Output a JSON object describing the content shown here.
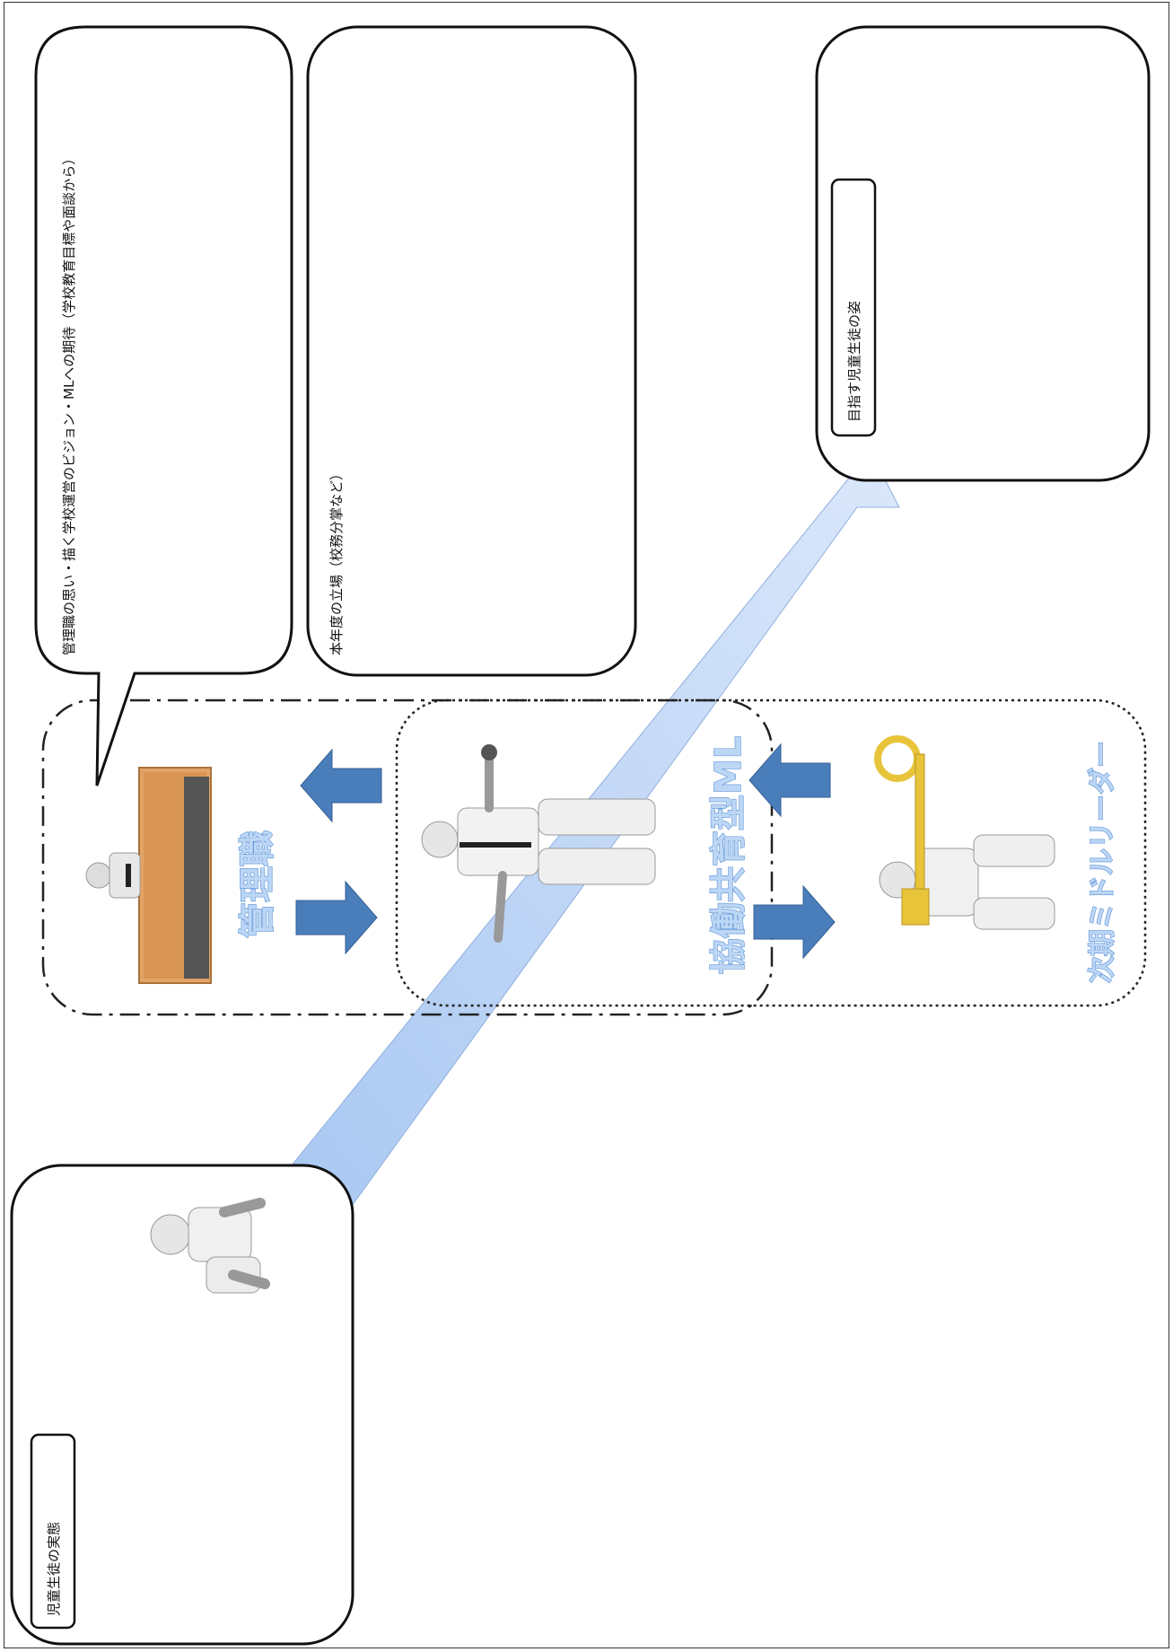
{
  "boxes": {
    "manager_thoughts": "管理職の思い・描く学校運営のビジョン・MLへの期待（学校教育目標や面談から）",
    "current_role": "本年度の立場（校務分掌など）",
    "target_students": "目指す児童生徒の姿",
    "current_students": "児童生徒の実態"
  },
  "labels": {
    "management": "管理職",
    "collaborative_ml": "協働共育型ML",
    "next_middle_leader": "次期ミドルリーダー"
  },
  "colors": {
    "arrow_fill": "#c9dcf7",
    "block_arrow": "#4a7ebb",
    "label_blue": "#5b93d6"
  },
  "icons": {
    "manager": "person-at-desk-icon",
    "ml": "presenting-person-icon",
    "next_leader": "person-with-key-icon",
    "student": "sitting-person-icon"
  }
}
